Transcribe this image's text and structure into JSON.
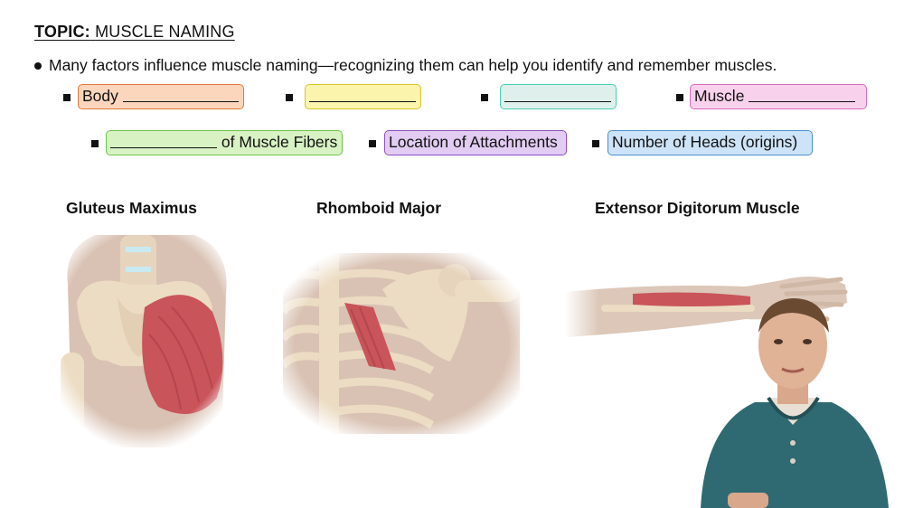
{
  "topic": {
    "prefix": "TOPIC:",
    "title": "MUSCLE NAMING"
  },
  "intro": "Many factors influence muscle naming—recognizing them can help you identify and remember muscles.",
  "factors": [
    {
      "label": "Body",
      "suffix": "",
      "bg": "#fbd6bd",
      "border": "#e07a3b"
    },
    {
      "label": "",
      "suffix": "",
      "bg": "#fbf4ad",
      "border": "#d8c52b"
    },
    {
      "label": "",
      "suffix": "",
      "bg": "#dff0ec",
      "border": "#46d0b3"
    },
    {
      "label": "Muscle",
      "suffix": "",
      "bg": "#f8d2ec",
      "border": "#d86bbd"
    },
    {
      "label": "",
      "suffix": "of Muscle Fibers",
      "bg": "#d8f2c4",
      "border": "#6cc448"
    },
    {
      "label": "Location of Attachments",
      "suffix": "",
      "bg": "#e2ccf2",
      "border": "#8e4fc5"
    },
    {
      "label": "Number of Heads (origins)",
      "suffix": "",
      "bg": "#cde3f7",
      "border": "#4d8fd0"
    }
  ],
  "examples": [
    {
      "name": "Gluteus Maximus"
    },
    {
      "name": "Rhomboid Major"
    },
    {
      "name": "Extensor Digitorum Muscle"
    }
  ],
  "colors": {
    "bone": "#ecdcc3",
    "muscle": "#c9545a",
    "skin": "#dcc7b8",
    "cartilage": "#c9eaf0",
    "shirt": "#2f6a73"
  }
}
